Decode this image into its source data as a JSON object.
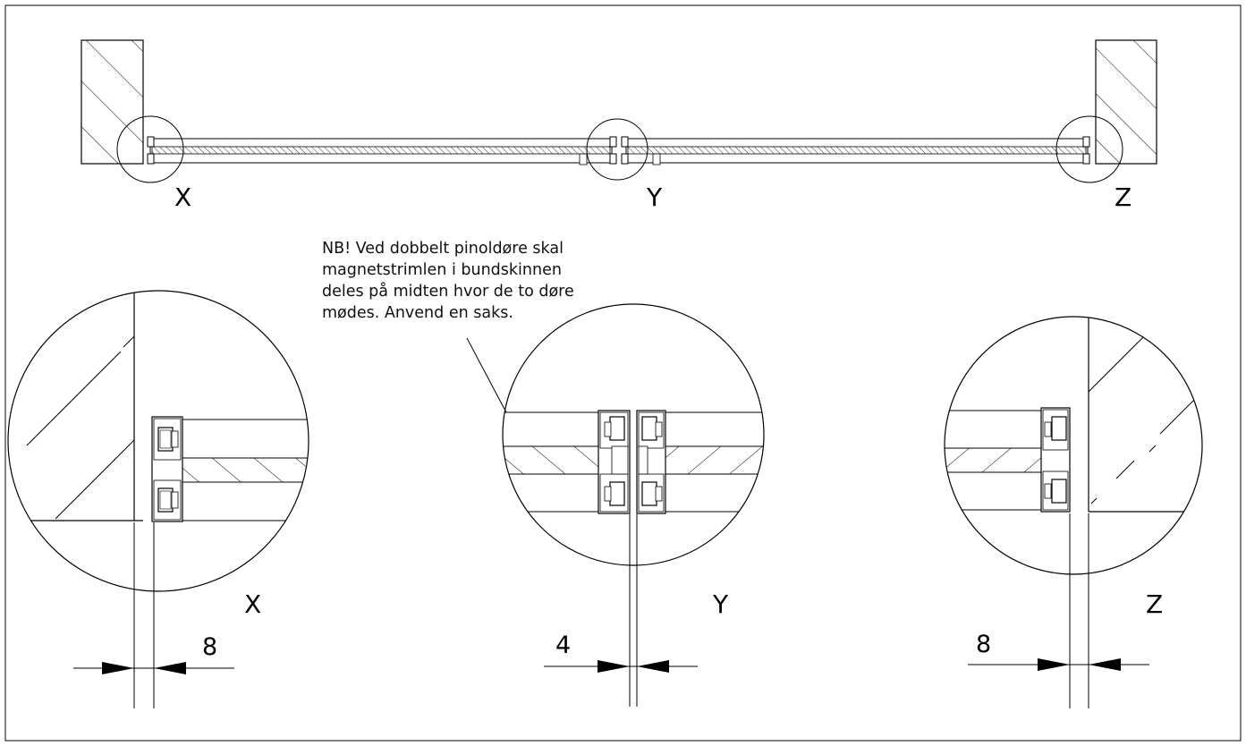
{
  "labels": {
    "x": "X",
    "y": "Y",
    "z": "Z"
  },
  "note": {
    "lines": [
      "NB! Ved dobbelt pinoldøre skal",
      "magnetstrimlen i bundskinnen",
      "deles på midten hvor de to døre",
      "mødes. Anvend en saks."
    ]
  },
  "dimensions": {
    "x_gap": "8",
    "y_gap": "4",
    "z_gap": "8"
  }
}
